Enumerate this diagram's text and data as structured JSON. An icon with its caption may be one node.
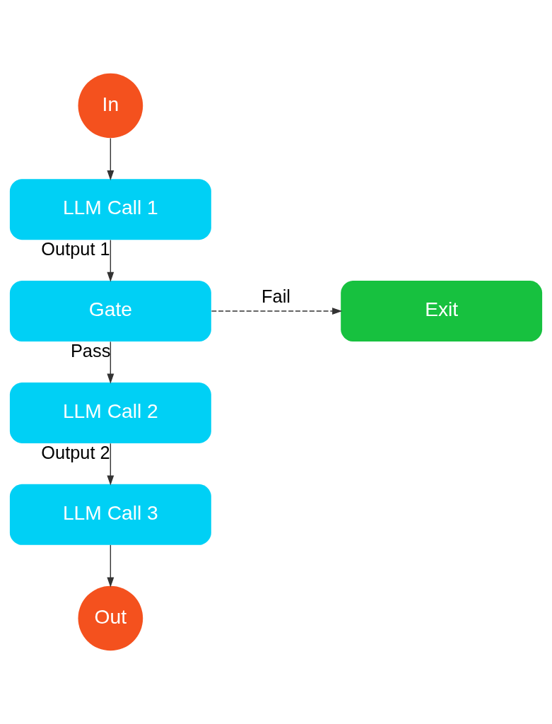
{
  "diagram": {
    "nodes": [
      {
        "text": [
          "In"
        ]
      },
      {
        "text": [
          "LLM Call 1"
        ]
      },
      {
        "text": [
          "Gate"
        ]
      },
      {
        "text": [
          "Exit"
        ]
      },
      {
        "text": [
          "LLM Call 2"
        ]
      },
      {
        "text": [
          "LLM Call 3"
        ]
      },
      {
        "text": [
          "Out"
        ]
      }
    ],
    "edges": [
      {
        "from": 0,
        "to": 1,
        "arrow": "to"
      },
      {
        "from": 1,
        "to": 2,
        "arrow": "to",
        "label": "Output 1"
      },
      {
        "from": 2,
        "to": 3,
        "arrow": "to",
        "label": "Fail",
        "style": "dashed"
      },
      {
        "from": 2,
        "to": 4,
        "arrow": "to",
        "label": "Pass"
      },
      {
        "from": 4,
        "to": 5,
        "arrow": "to",
        "label": "Output 2"
      },
      {
        "from": 5,
        "to": 6,
        "arrow": "to"
      }
    ]
  }
}
